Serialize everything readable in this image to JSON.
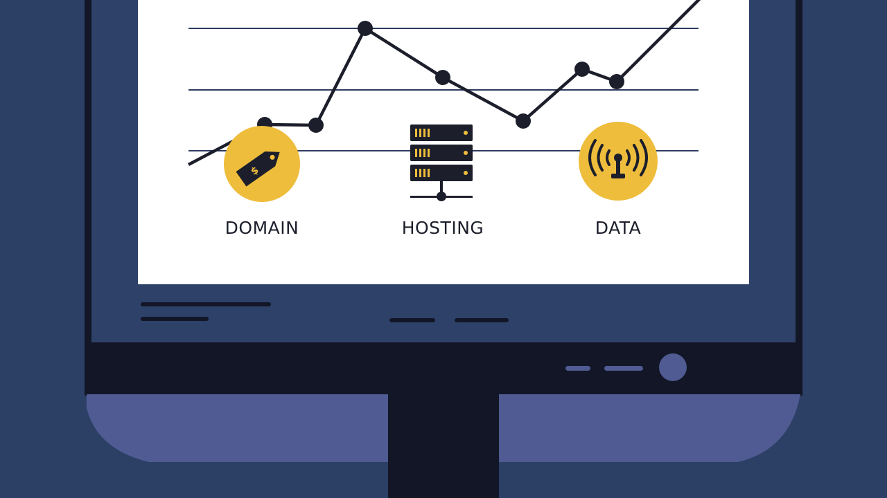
{
  "labels": {
    "domain": "DOMAIN",
    "hosting": "HOSTING",
    "data": "DATA"
  },
  "icons": [
    "price-tag-icon",
    "server-rack-icon",
    "antenna-signal-icon"
  ],
  "colors": {
    "background": "#2c4066",
    "monitor_bezel": "#121626",
    "monitor_body": "#2d4169",
    "screen": "#ffffff",
    "stand_wings": "#4f5b92",
    "accent_yellow": "#efbd3c",
    "line": "#1c1f2b",
    "gridline": "#2c3a60"
  }
}
